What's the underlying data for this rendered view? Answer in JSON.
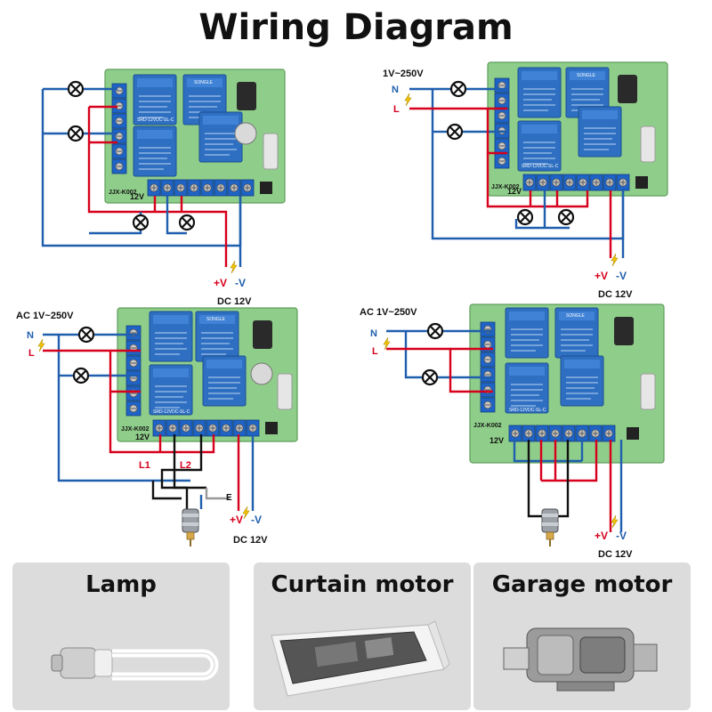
{
  "title": "Wiring Diagram",
  "panels": {
    "tl": {
      "board": {
        "model": "JJX-K002",
        "voltage": "12V",
        "relay_brand": "SONGLE",
        "relay_model": "SRD-12VDC-SL-C"
      },
      "supply": {
        "plus": "+V",
        "minus": "-V",
        "dc": "DC 12V"
      }
    },
    "tr": {
      "ac_range": "1V~250V",
      "neutral": "N",
      "live": "L",
      "board": {
        "model": "JJX-K002",
        "voltage": "12V",
        "relay_brand": "SONGLE",
        "relay_model": "SRD-12VDC-SL-C"
      },
      "supply": {
        "plus": "+V",
        "minus": "-V",
        "dc": "DC 12V"
      }
    },
    "bl": {
      "ac_range": "AC 1V~250V",
      "neutral": "N",
      "live": "L",
      "line1": "L1",
      "line2": "L2",
      "earth": "E",
      "board": {
        "model": "JJX-K002",
        "voltage": "12V",
        "relay_brand": "SONGLE",
        "relay_model": "SRD-12VDC-SL-C"
      },
      "supply": {
        "plus": "+V",
        "minus": "-V",
        "dc": "DC 12V"
      }
    },
    "br": {
      "ac_range": "AC 1V~250V",
      "neutral": "N",
      "live": "L",
      "board": {
        "model": "JJX-K002",
        "voltage": "12V",
        "relay_brand": "SONGLE",
        "relay_model": "SRD-12VDC-SL-C"
      },
      "supply": {
        "plus": "+V",
        "minus": "-V",
        "dc": "DC 12V"
      }
    }
  },
  "cards": [
    {
      "label": "Lamp",
      "icon": "lamp-icon"
    },
    {
      "label": "Curtain motor",
      "icon": "curtain-motor-icon"
    },
    {
      "label": "Garage motor",
      "icon": "garage-motor-icon"
    }
  ],
  "colors": {
    "live": "#d6001c",
    "neutral": "#1f5fae",
    "board": "#8fce8a",
    "relay": "#2e6fc2",
    "terminal": "#1e63c6"
  }
}
